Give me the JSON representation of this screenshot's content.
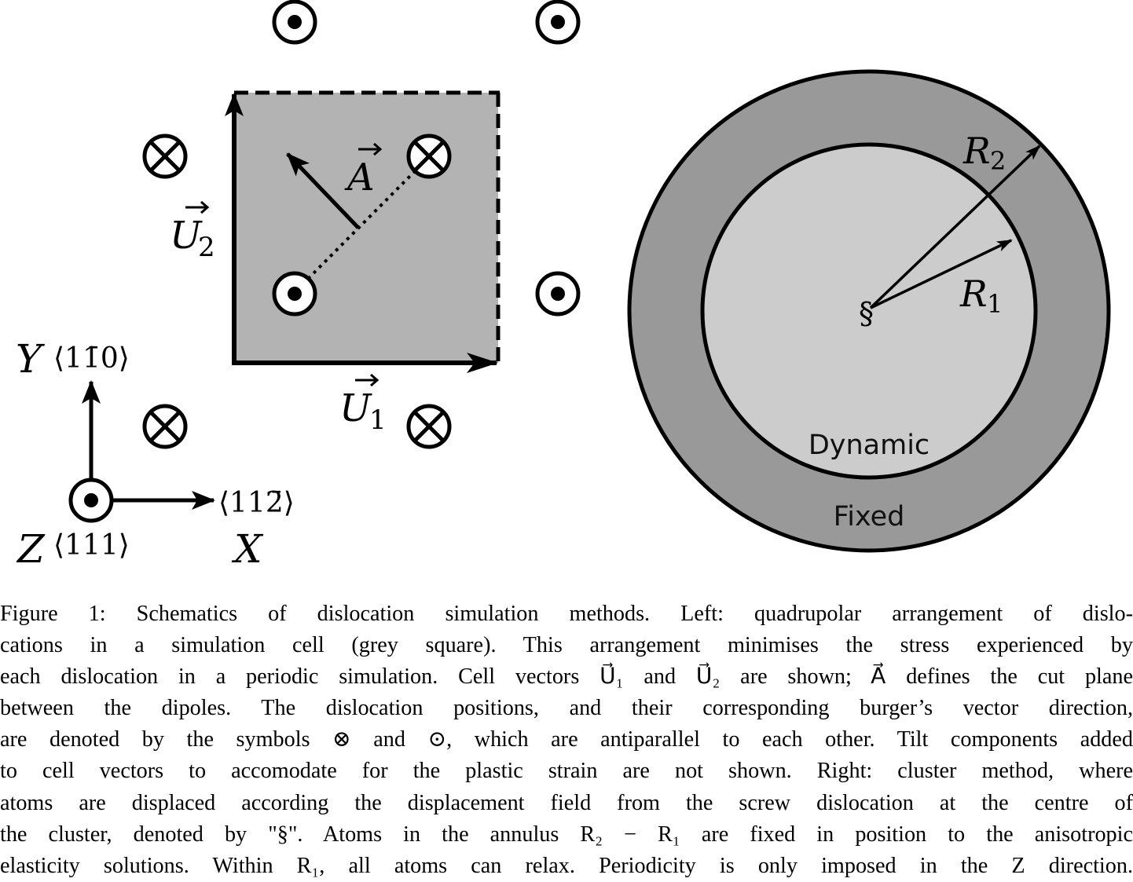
{
  "figure": {
    "left_panel": {
      "vector_a_label": "A",
      "vector_u1_label": "U",
      "vector_u1_sub": "1",
      "vector_u2_label": "U",
      "vector_u2_sub": "2",
      "axis_y_letter": "Y",
      "axis_y_direction": "⟨11̄0⟩",
      "axis_x_letter": "X",
      "axis_x_direction": "⟨112̄⟩",
      "axis_z_letter": "Z",
      "axis_z_direction": "⟨111⟩"
    },
    "right_panel": {
      "r1_label": "R",
      "r1_sub": "1",
      "r2_label": "R",
      "r2_sub": "2",
      "centre_symbol": "§",
      "inner_label": "Dynamic",
      "outer_label": "Fixed"
    },
    "colors": {
      "cell_fill": "#b3b3b3",
      "annulus_fill": "#999999",
      "inner_fill": "#cccccc"
    }
  },
  "caption": {
    "lines": [
      "Figure 1: Schematics of dislocation simulation methods. Left: quadrupolar arrangement of dislo-",
      "cations in a simulation cell (grey square). This arrangement minimises the stress experienced by",
      "each dislocation in a periodic simulation. Cell vectors U⃗₁ and U⃗₂ are shown; A⃗ defines the cut plane",
      "between the dipoles. The dislocation positions, and their corresponding burger’s vector direction,",
      "are denoted by the symbols ⊗ and ⊙, which are antiparallel to each other. Tilt components added",
      "to cell vectors to accomodate for the plastic strain are not shown. Right: cluster method, where",
      "atoms are displaced according the displacement field from the screw dislocation at the centre of",
      "the cluster, denoted by \"§\". Atoms in the annulus R₂ − R₁ are fixed in position to the anisotropic",
      "elasticity solutions. Within R₁, all atoms can relax. Periodicity is only imposed in the Z direction."
    ]
  }
}
